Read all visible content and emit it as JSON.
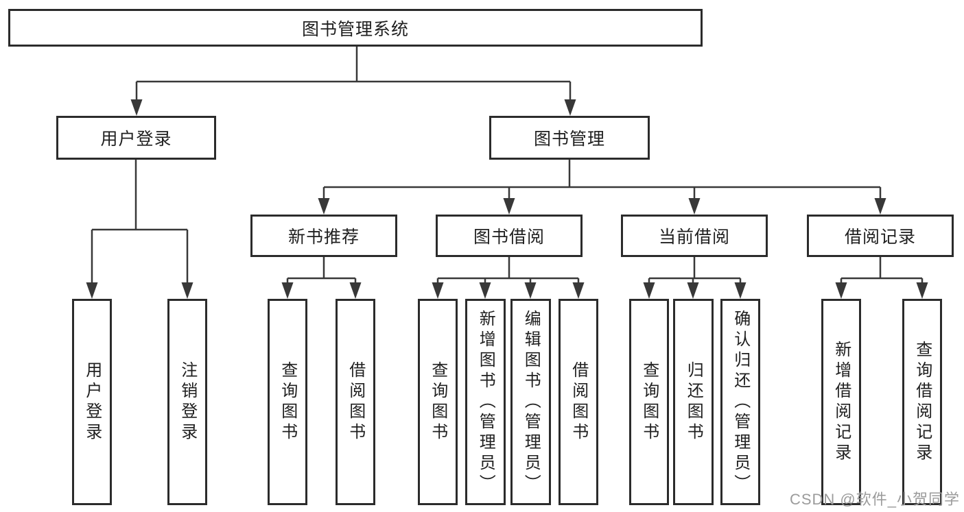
{
  "diagram": {
    "root": "图书管理系统",
    "level2": {
      "user_login": "用户登录",
      "book_management": "图书管理"
    },
    "level3": {
      "new_book_recommend": "新书推荐",
      "book_borrow": "图书借阅",
      "current_borrow": "当前借阅",
      "borrow_records": "借阅记录"
    },
    "leaves": {
      "user_login": [
        "用户登录",
        "注销登录"
      ],
      "new_book_recommend": [
        "查询图书",
        "借阅图书"
      ],
      "book_borrow": [
        "查询图书",
        "新增图书（管理员）",
        "编辑图书（管理员）",
        "借阅图书"
      ],
      "current_borrow": [
        "查询图书",
        "归还图书",
        "确认归还（管理员）"
      ],
      "borrow_records": [
        "新增借阅记录",
        "查询借阅记录"
      ]
    }
  },
  "watermark": {
    "text": "CSDN @软件_小贺同学"
  },
  "colors": {
    "line": "#383838",
    "box_border": "#2b2b2b",
    "text": "#1f1f1f",
    "watermark": "#9b9b9b",
    "background": "#ffffff"
  }
}
